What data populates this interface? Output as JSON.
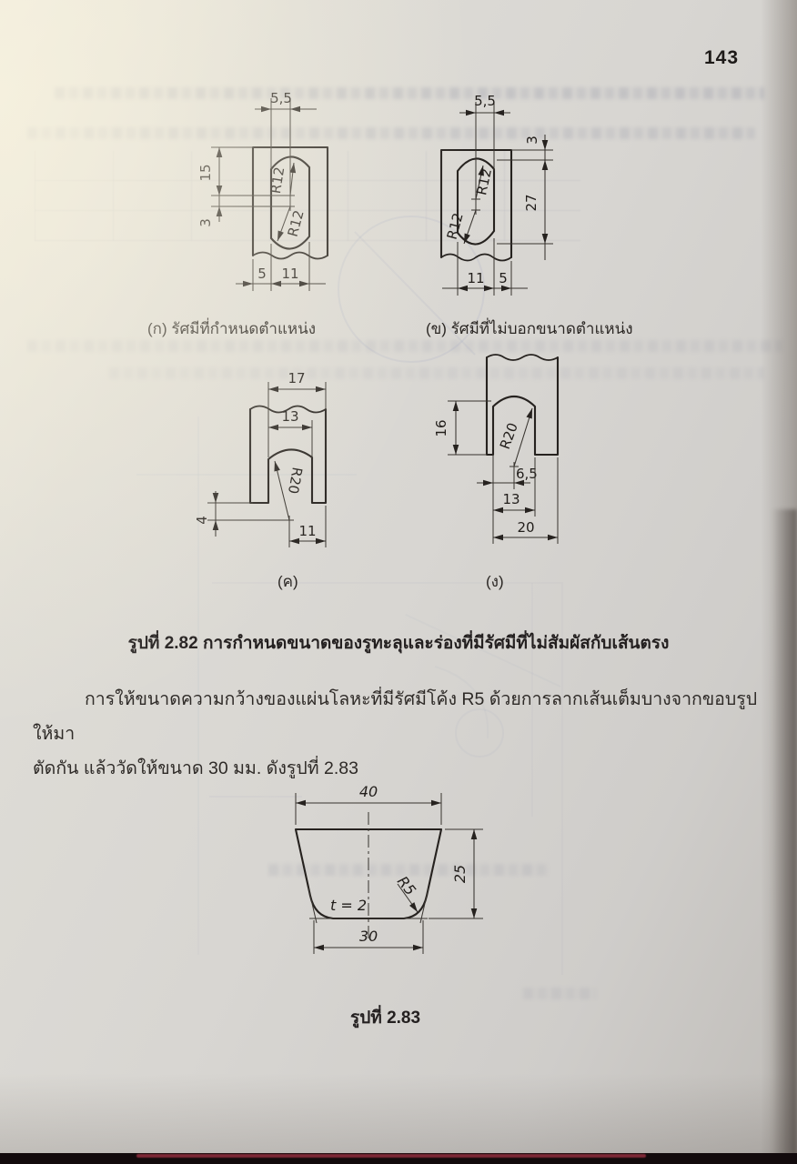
{
  "page": {
    "number": "143"
  },
  "figure_2_82": {
    "caption": "รูปที่ 2.82  การกำหนดขนาดของรูทะลุและร่องที่มีรัศมีที่ไม่สัมผัสกับเส้นตรง",
    "drawing_a": {
      "label": "(ก) รัศมีที่กำหนดตำแหน่ง",
      "dim_top": "5,5",
      "dim_left_upper": "15",
      "dim_left_lower": "3",
      "dim_bottom_left": "5",
      "dim_bottom_right": "11",
      "radius_top": "R12",
      "radius_bottom": "R12"
    },
    "drawing_b": {
      "label": "(ข) รัศมีที่ไม่บอกขนาดตำแหน่ง",
      "dim_top": "5,5",
      "dim_right_upper": "3",
      "dim_right_lower": "27",
      "dim_bottom_left": "11",
      "dim_bottom_right": "5",
      "radius_top": "R12",
      "radius_bottom": "R12"
    },
    "drawing_c": {
      "label": "(ค)",
      "dim_top": "17",
      "dim_inner": "13",
      "radius": "R20",
      "dim_left": "4",
      "dim_bottom": "11"
    },
    "drawing_d": {
      "label": "(ง)",
      "dim_left": "16",
      "radius": "R20",
      "dim_half": "6,5",
      "dim_slot": "13",
      "dim_bottom": "20"
    }
  },
  "paragraph": {
    "line1": "การให้ขนาดความกว้างของแผ่นโลหะที่มีรัศมีโค้ง R5 ด้วยการลากเส้นเต็มบางจากขอบรูปให้มา",
    "line2": "ตัดกัน  แล้ววัดให้ขนาด 30 มม.  ดังรูปที่ 2.83"
  },
  "figure_2_83": {
    "caption": "รูปที่ 2.83",
    "dim_top": "40",
    "dim_right": "25",
    "dim_bottom": "30",
    "radius": "R5",
    "thickness": "t = 2"
  }
}
